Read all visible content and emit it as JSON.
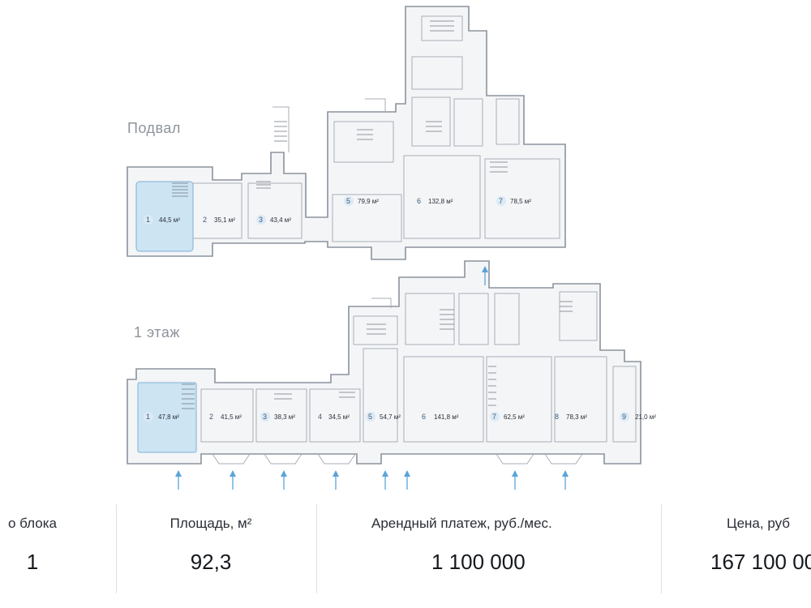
{
  "floors": {
    "basement_label": "Подвал",
    "first_label": "1 этаж"
  },
  "basement_rooms": [
    {
      "num": "1",
      "area": "44,5 м²",
      "selected": true
    },
    {
      "num": "2",
      "area": "35,1 м²"
    },
    {
      "num": "3",
      "area": "43,4 м²"
    },
    {
      "num": "5",
      "area": "79,9 м²"
    },
    {
      "num": "6",
      "area": "132,8 м²"
    },
    {
      "num": "7",
      "area": "78,5 м²"
    }
  ],
  "first_floor_rooms": [
    {
      "num": "1",
      "area": "47,8 м²",
      "selected": true
    },
    {
      "num": "2",
      "area": "41,5 м²"
    },
    {
      "num": "3",
      "area": "38,3 м²"
    },
    {
      "num": "4",
      "area": "34,5 м²"
    },
    {
      "num": "5",
      "area": "54,7 м²"
    },
    {
      "num": "6",
      "area": "141,8 м²"
    },
    {
      "num": "7",
      "area": "62,5 м²"
    },
    {
      "num": "8",
      "area": "78,3 м²"
    },
    {
      "num": "9",
      "area": "21,0 м²"
    }
  ],
  "stats": {
    "block_label": "о блока",
    "block_value": "1",
    "area_label": "Площадь, м²",
    "area_value": "92,3",
    "rent_label": "Арендный платеж, руб./мес.",
    "rent_value": "1 100 000",
    "price_label": "Цена, руб",
    "price_value": "167 100 00"
  },
  "colors": {
    "selected_fill": "#cde4f3",
    "accent": "#5aa4d8"
  }
}
